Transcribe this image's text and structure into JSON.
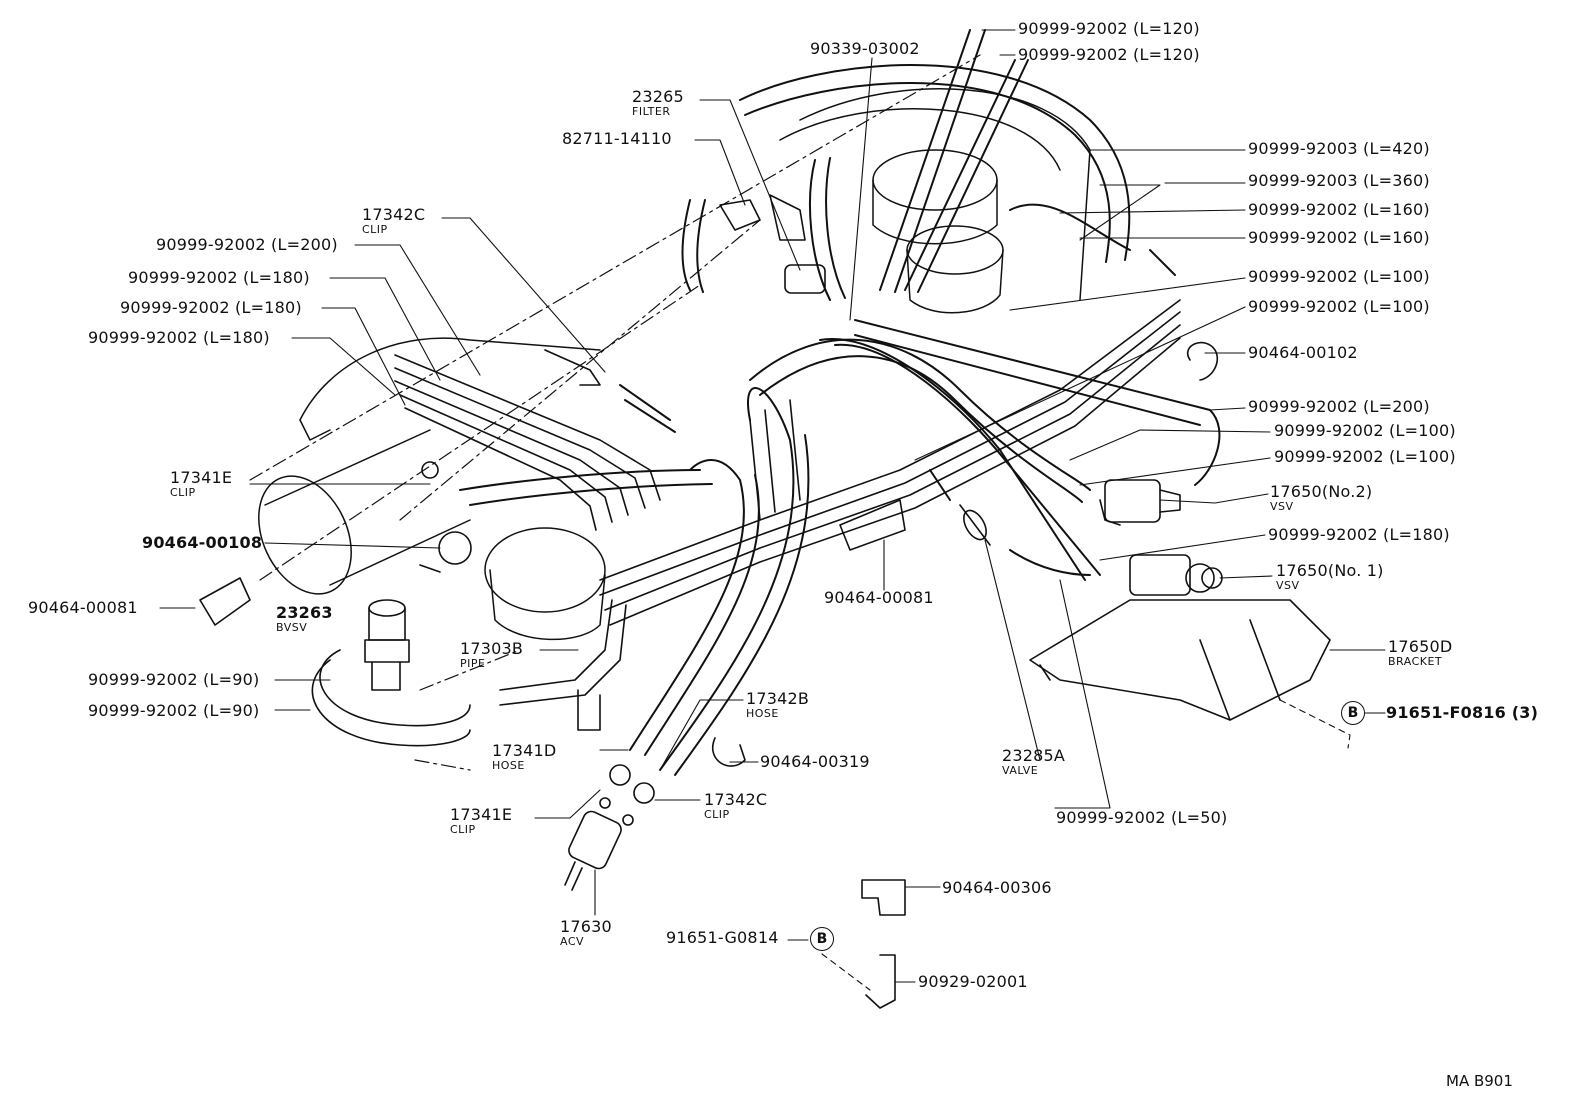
{
  "diagram_ref": "MA  B901",
  "callouts": [
    {
      "code": "90999-92002 (L=120)",
      "sub": ""
    },
    {
      "code": "90999-92002 (L=120)",
      "sub": ""
    },
    {
      "code": "90339-03002",
      "sub": ""
    },
    {
      "code": "23265",
      "sub": "FILTER"
    },
    {
      "code": "82711-14110",
      "sub": ""
    },
    {
      "code": "90999-92003 (L=420)",
      "sub": ""
    },
    {
      "code": "90999-92003 (L=360)",
      "sub": ""
    },
    {
      "code": "90999-92002 (L=160)",
      "sub": ""
    },
    {
      "code": "90999-92002 (L=160)",
      "sub": ""
    },
    {
      "code": "17342C",
      "sub": "CLIP"
    },
    {
      "code": "90999-92002 (L=200)",
      "sub": ""
    },
    {
      "code": "90999-92002 (L=180)",
      "sub": ""
    },
    {
      "code": "90999-92002 (L=180)",
      "sub": ""
    },
    {
      "code": "90999-92002 (L=180)",
      "sub": ""
    },
    {
      "code": "90999-92002 (L=100)",
      "sub": ""
    },
    {
      "code": "90999-92002 (L=100)",
      "sub": ""
    },
    {
      "code": "90464-00102",
      "sub": ""
    },
    {
      "code": "90999-92002 (L=200)",
      "sub": ""
    },
    {
      "code": "90999-92002 (L=100)",
      "sub": ""
    },
    {
      "code": "90999-92002 (L=100)",
      "sub": ""
    },
    {
      "code": "17341E",
      "sub": "CLIP"
    },
    {
      "code": "17650(No.2)",
      "sub": "VSV"
    },
    {
      "code": "90464-00108",
      "sub": ""
    },
    {
      "code": "90999-92002 (L=180)",
      "sub": ""
    },
    {
      "code": "17650(No. 1)",
      "sub": "VSV"
    },
    {
      "code": "90464-00081",
      "sub": ""
    },
    {
      "code": "90464-00081",
      "sub": ""
    },
    {
      "code": "23263",
      "sub": "BVSV"
    },
    {
      "code": "17303B",
      "sub": "PIPE"
    },
    {
      "code": "17650D",
      "sub": "BRACKET"
    },
    {
      "code": "90999-92002 (L=90)",
      "sub": ""
    },
    {
      "code": "90999-92002 (L=90)",
      "sub": ""
    },
    {
      "code": "17342B",
      "sub": "HOSE"
    },
    {
      "code": "91651-F0816 (3)",
      "sub": ""
    },
    {
      "code": "23285A",
      "sub": "VALVE"
    },
    {
      "code": "17341D",
      "sub": "HOSE"
    },
    {
      "code": "90464-00319",
      "sub": ""
    },
    {
      "code": "17341E",
      "sub": "CLIP"
    },
    {
      "code": "17342C",
      "sub": "CLIP"
    },
    {
      "code": "90999-92002 (L=50)",
      "sub": ""
    },
    {
      "code": "90464-00306",
      "sub": ""
    },
    {
      "code": "17630",
      "sub": "ACV"
    },
    {
      "code": "91651-G0814",
      "sub": ""
    },
    {
      "code": "90929-02001",
      "sub": ""
    }
  ],
  "circle_refs": [
    "B",
    "B"
  ]
}
